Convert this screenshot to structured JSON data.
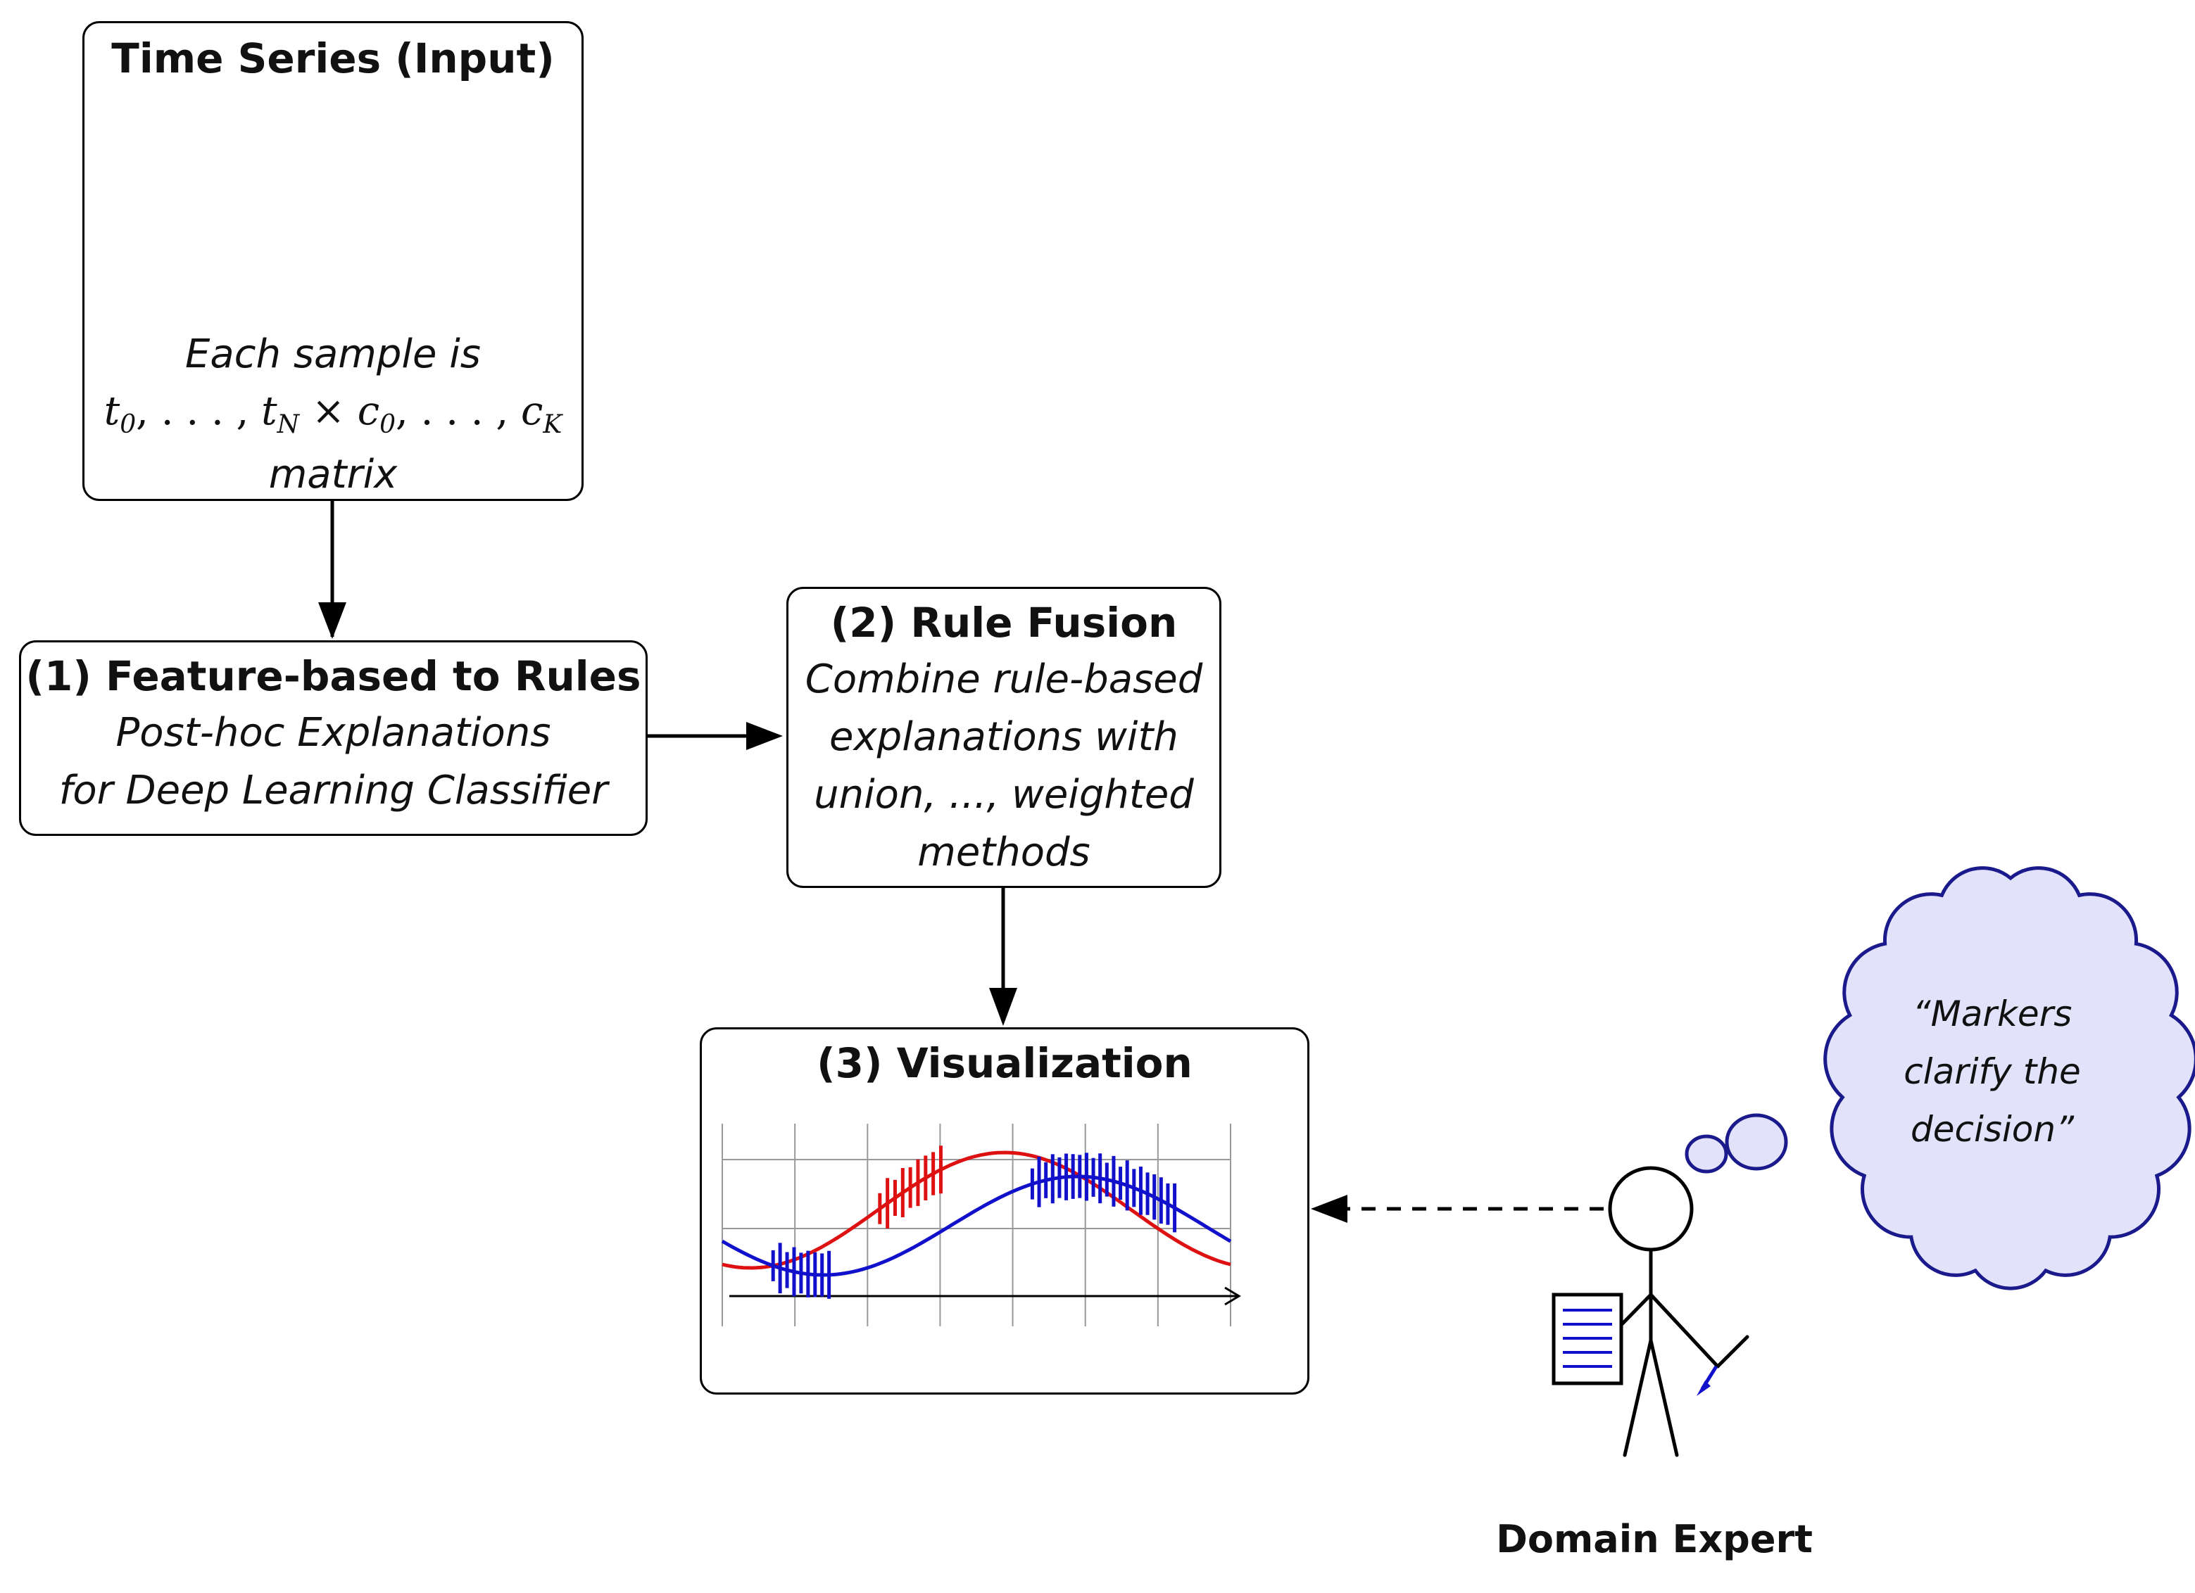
{
  "input_box": {
    "title": "Time Series (Input)",
    "line1": "Each sample is",
    "math": {
      "t0": "t",
      "t0_sub": "0",
      "dots1": ", . . . , ",
      "tN": "t",
      "tN_sub": "N",
      "times": " × ",
      "c0": "c",
      "c0_sub": "0",
      "dots2": ", . . . , ",
      "cK": "c",
      "cK_sub": "K"
    },
    "line3": "matrix"
  },
  "step1": {
    "title": "(1) Feature-based to Rules",
    "line1": "Post-hoc Explanations",
    "line2": "for Deep Learning Classifier"
  },
  "step2": {
    "title": "(2) Rule Fusion",
    "line1": "Combine rule-based",
    "line2": "explanations with",
    "line3": "union, ..., weighted",
    "line4": "methods"
  },
  "step3": {
    "title": "(3) Visualization"
  },
  "thought": {
    "line1": "“Markers",
    "line2": "clarify the",
    "line3": "decision”"
  },
  "actor": {
    "label": "Domain Expert"
  },
  "colors": {
    "series_red": "#dd1111",
    "series_blue": "#1111cc",
    "cloud_fill": "#e2e2fa",
    "cloud_stroke": "#1a1a8c",
    "grid": "#999999"
  }
}
